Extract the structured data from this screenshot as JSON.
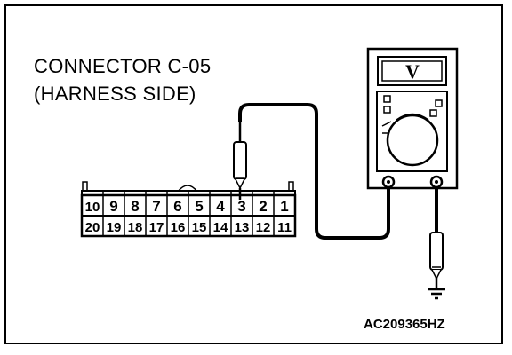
{
  "connector": {
    "title_line1": "CONNECTOR C-05",
    "title_line2": "(HARNESS SIDE)",
    "top_row": [
      "10",
      "9",
      "8",
      "7",
      "6",
      "5",
      "4",
      "3",
      "2",
      "1"
    ],
    "bottom_row": [
      "20",
      "19",
      "18",
      "17",
      "16",
      "15",
      "14",
      "13",
      "12",
      "11"
    ]
  },
  "meter": {
    "display": "V"
  },
  "figure_id": "AC209365HZ",
  "icons": [
    "voltmeter-icon",
    "ground-symbol-icon",
    "test-probe-icon"
  ]
}
